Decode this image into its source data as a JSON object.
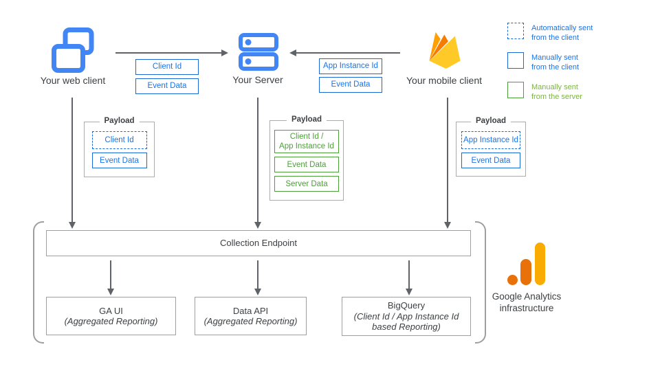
{
  "colors": {
    "icon_blue": "#4285F4",
    "box_blue_border": "#1967D2",
    "box_blue_text": "#1A73E8",
    "box_green": "#4C9F38",
    "legend_green_text": "#7CB342",
    "arrow_gray": "#5F6368",
    "text_dark": "#3C4043",
    "firebase_yellow": "#FFCA28",
    "firebase_orange": "#F57C00",
    "firebase_amber": "#FFA000",
    "ga_orange": "#E8710A",
    "ga_amber": "#F9AB00"
  },
  "nodes": {
    "web_client": {
      "label": "Your web client"
    },
    "server": {
      "label": "Your Server"
    },
    "mobile_client": {
      "label": "Your mobile client"
    }
  },
  "flows": {
    "web_to_server": {
      "items": [
        {
          "label": "Client Id"
        },
        {
          "label": "Event Data"
        }
      ]
    },
    "mobile_to_server": {
      "items": [
        {
          "label": "App Instance Id"
        },
        {
          "label": "Event Data"
        }
      ]
    }
  },
  "payloads": {
    "web": {
      "title": "Payload",
      "items": [
        {
          "label": "Client Id",
          "style": "dashed-blue"
        },
        {
          "label": "Event Data",
          "style": "solid-blue"
        }
      ]
    },
    "server": {
      "title": "Payload",
      "items": [
        {
          "label": "Client Id /\nApp Instance Id",
          "style": "solid-green"
        },
        {
          "label": "Event Data",
          "style": "solid-green"
        },
        {
          "label": "Server Data",
          "style": "solid-green"
        }
      ]
    },
    "mobile": {
      "title": "Payload",
      "items": [
        {
          "label": "App Instance Id",
          "style": "dashed-blue"
        },
        {
          "label": "Event Data",
          "style": "solid-blue"
        }
      ]
    }
  },
  "legend": {
    "items": [
      {
        "label": "Automatically sent\nfrom the client",
        "swatch": "dashed-blue"
      },
      {
        "label": "Manually sent\nfrom the client",
        "swatch": "solid-blue"
      },
      {
        "label": "Manually sent\nfrom the server",
        "swatch": "solid-green"
      }
    ]
  },
  "infrastructure": {
    "endpoint_label": "Collection Endpoint",
    "services": [
      {
        "title": "GA UI",
        "subtitle": "(Aggregated Reporting)"
      },
      {
        "title": "Data API",
        "subtitle": "(Aggregated Reporting)"
      },
      {
        "title": "BigQuery",
        "subtitle": "(Client Id / App Instance Id\nbased Reporting)"
      }
    ],
    "caption": "Google Analytics\ninfrastructure"
  }
}
